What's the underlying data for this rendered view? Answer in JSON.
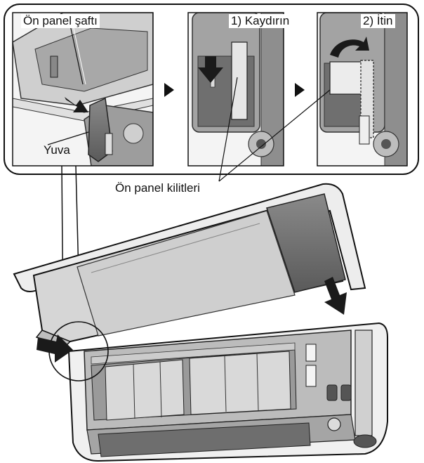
{
  "callout": {
    "shaft_label": "Ön panel şaftı",
    "slot_label": "Yuva",
    "step1_label": "1) Kaydırın",
    "step2_label": "2) İtin",
    "locks_label": "Ön panel kilitleri"
  },
  "colors": {
    "outline": "#111111",
    "panel_light": "#d9d9d9",
    "panel_mid": "#bdbdbd",
    "panel_dark": "#6e6e6e",
    "arrow": "#1a1a1a"
  },
  "icons": [
    "arrow-right-icon",
    "arrow-down-icon",
    "arrow-curved-icon"
  ]
}
